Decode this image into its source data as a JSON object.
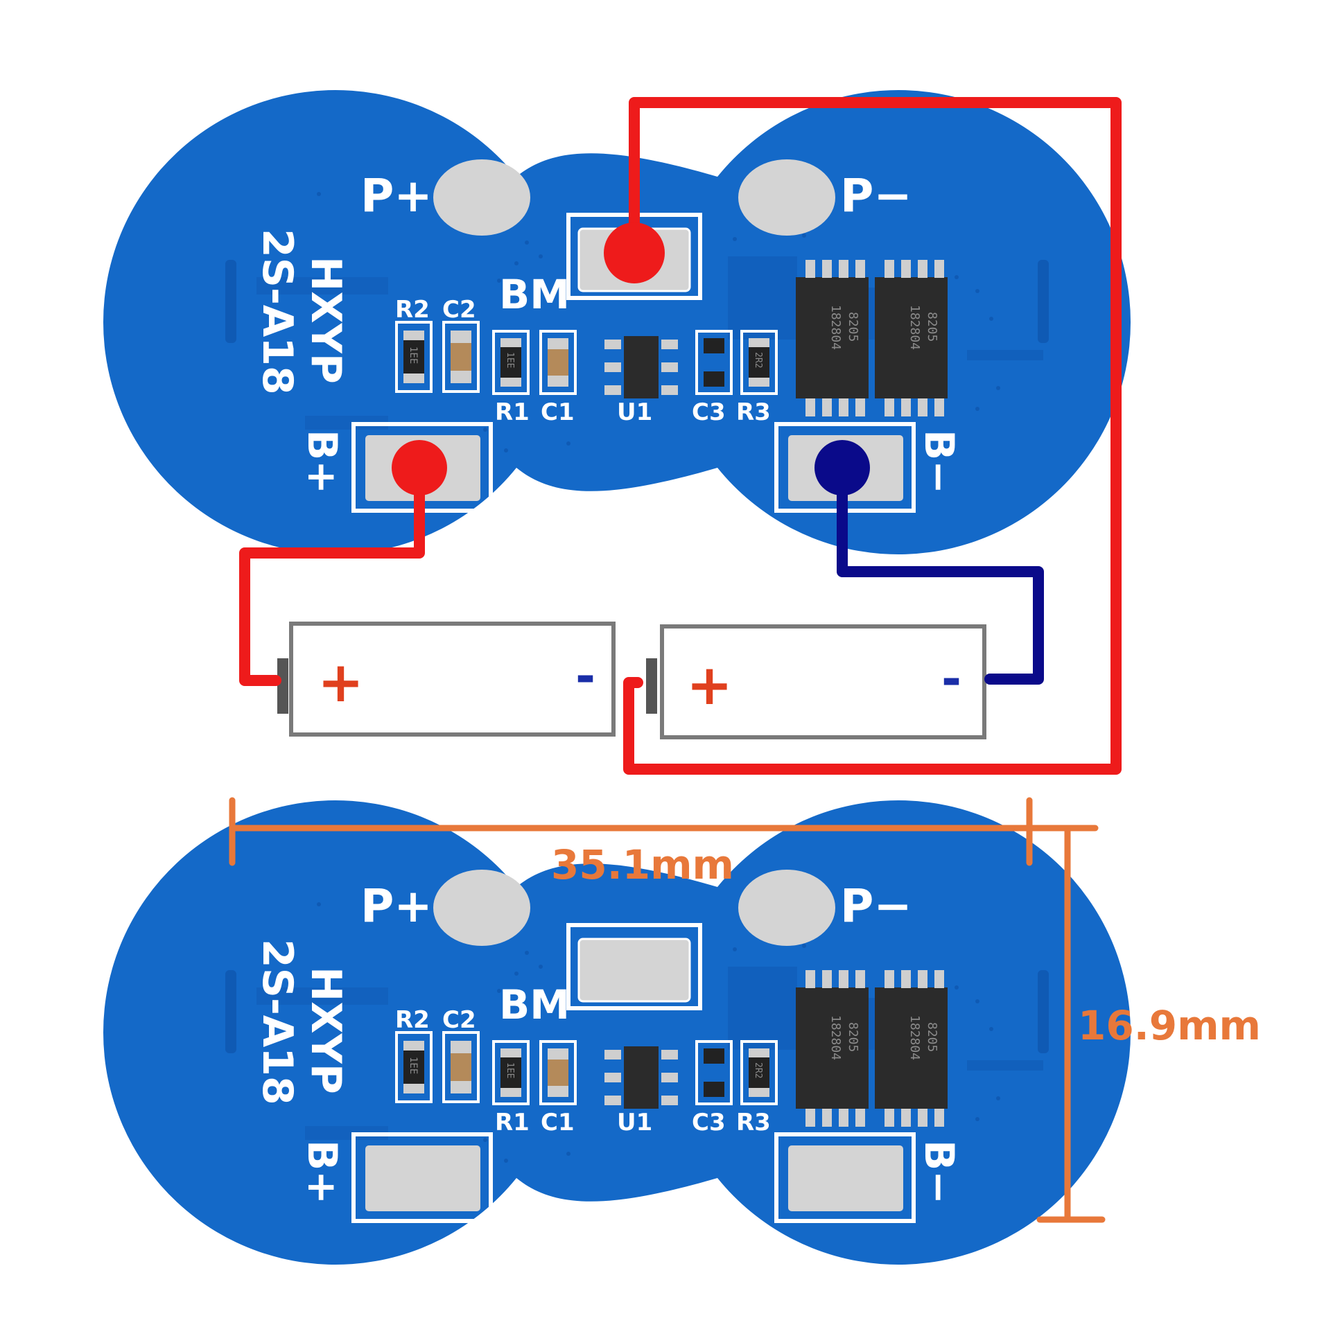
{
  "colors": {
    "pcb": "#1469c8",
    "pcb_trace": "#0f5ab4",
    "pad": "#d4d4d4",
    "wire_red": "#ee1b1b",
    "wire_blue": "#0a0a8a",
    "dimension": "#e8783a",
    "cell_outline": "#7a7a7a"
  },
  "board_top": {
    "pad_labels": {
      "p_plus": "P+",
      "p_minus": "P−",
      "b_plus": "B+",
      "b_minus": "B−",
      "bm": "BM"
    },
    "model": {
      "line1": "HXYP",
      "line2": "2S-A18"
    },
    "component_labels": {
      "r2": "R2",
      "c2": "C2",
      "r1": "R1",
      "c1": "C1",
      "u1": "U1",
      "c3": "C3",
      "r3": "R3"
    },
    "resistor_marks": {
      "r2": "1EE",
      "r1": "1EE",
      "r3": "2R2"
    },
    "mosfet_marks": {
      "line1": "8205",
      "line2": "182804"
    }
  },
  "board_bottom": {
    "pad_labels": {
      "p_plus": "P+",
      "p_minus": "P−",
      "b_plus": "B+",
      "b_minus": "B−",
      "bm": "BM"
    },
    "model": {
      "line1": "HXYP",
      "line2": "2S-A18"
    },
    "component_labels": {
      "r2": "R2",
      "c2": "C2",
      "r1": "R1",
      "c1": "C1",
      "u1": "U1",
      "c3": "C3",
      "r3": "R3"
    },
    "resistor_marks": {
      "r2": "1EE",
      "r1": "1EE",
      "r3": "2R2"
    },
    "mosfet_marks": {
      "line1": "8205",
      "line2": "182804"
    }
  },
  "cells": [
    {
      "plus": "+",
      "minus": "-"
    },
    {
      "plus": "+",
      "minus": "-"
    }
  ],
  "dimensions": {
    "width": "35.1mm",
    "height": "16.9mm"
  }
}
